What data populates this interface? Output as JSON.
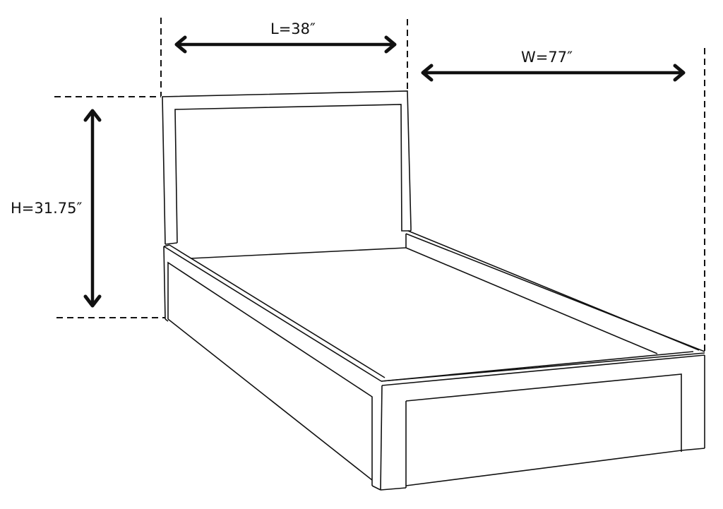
{
  "diagram": {
    "subject": "Twin bed with panel headboard, side rails and footboard",
    "line_color": "#111111",
    "background": "#ffffff"
  },
  "dimensions": {
    "length": {
      "label": "L=38″",
      "name": "L",
      "value": 38,
      "unit": "in"
    },
    "width": {
      "label": "W=77″",
      "name": "W",
      "value": 77,
      "unit": "in"
    },
    "height": {
      "label": "H=31.75″",
      "name": "H",
      "value": 31.75,
      "unit": "in"
    }
  }
}
